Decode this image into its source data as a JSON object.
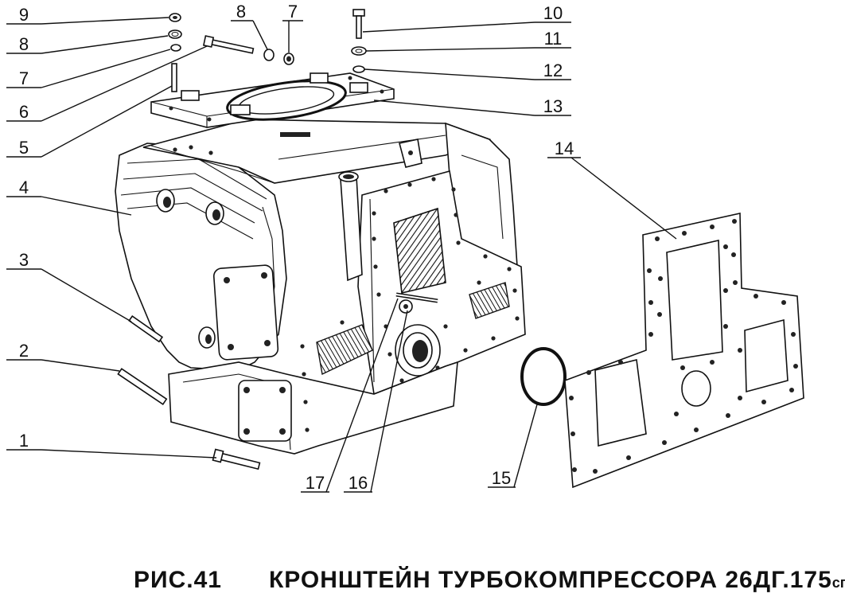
{
  "figure": {
    "label": "РИС.41",
    "title": "КРОНШТЕЙН ТУРБОКОМПРЕССОРА 26ДГ.175",
    "title_suffix": "спч"
  },
  "callouts": [
    {
      "id": "c1",
      "text": "1"
    },
    {
      "id": "c2",
      "text": "2"
    },
    {
      "id": "c3",
      "text": "3"
    },
    {
      "id": "c4",
      "text": "4"
    },
    {
      "id": "c5",
      "text": "5"
    },
    {
      "id": "c6",
      "text": "6"
    },
    {
      "id": "c7-left",
      "text": "7"
    },
    {
      "id": "c8-left",
      "text": "8"
    },
    {
      "id": "c9",
      "text": "9"
    },
    {
      "id": "c8-top",
      "text": "8"
    },
    {
      "id": "c7-top",
      "text": "7"
    },
    {
      "id": "c10",
      "text": "10"
    },
    {
      "id": "c11",
      "text": "11"
    },
    {
      "id": "c12",
      "text": "12"
    },
    {
      "id": "c13",
      "text": "13"
    },
    {
      "id": "c14",
      "text": "14"
    },
    {
      "id": "c15",
      "text": "15"
    },
    {
      "id": "c16",
      "text": "16"
    },
    {
      "id": "c17",
      "text": "17"
    }
  ]
}
